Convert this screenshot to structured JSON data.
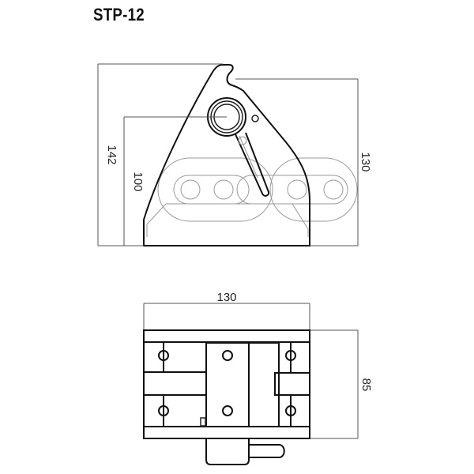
{
  "title": "STP-12",
  "side_view": {
    "dimensions": {
      "overall_height": "142",
      "pin_height": "100",
      "right_height": "130"
    }
  },
  "top_view": {
    "dimensions": {
      "width": "130",
      "depth": "85"
    }
  }
}
